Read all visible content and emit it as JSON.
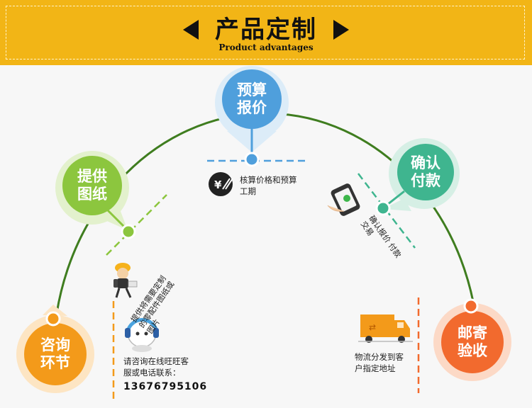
{
  "header": {
    "title": "产品定制",
    "subtitle": "Product advantages"
  },
  "steps": {
    "consult": {
      "line1": "咨询",
      "line2": "环节",
      "color": "#f39a1a"
    },
    "drawing": {
      "line1": "提供",
      "line2": "图纸",
      "color": "#8cc63e"
    },
    "quote": {
      "line1": "预算",
      "line2": "报价",
      "color": "#4f9fdc"
    },
    "pay": {
      "line1": "确认",
      "line2": "付款",
      "color": "#3fb58f"
    },
    "ship": {
      "line1": "邮寄",
      "line2": "验收",
      "color": "#f26a2e"
    }
  },
  "captions": {
    "consult_line1": "请咨询在线旺旺客",
    "consult_line2": "服或电话联系：",
    "phone": "13676795106",
    "drawing_line1": "提供将需要定制",
    "drawing_line2": "的零配件图纸或",
    "drawing_line3": "图片",
    "quote_line1": "核算价格和预算",
    "quote_line2": "工期",
    "pay_line1": "确认报价 付款",
    "pay_line2": "交易",
    "ship_line1": "物流分发到客",
    "ship_line2": "户指定地址"
  },
  "icons": {
    "consult": "headset-mascot-icon",
    "drawing": "worker-icon",
    "quote": "yen-calculator-icon",
    "pay": "smartphone-payment-icon",
    "ship": "delivery-truck-icon"
  },
  "arc_color": "#3f7d1f"
}
